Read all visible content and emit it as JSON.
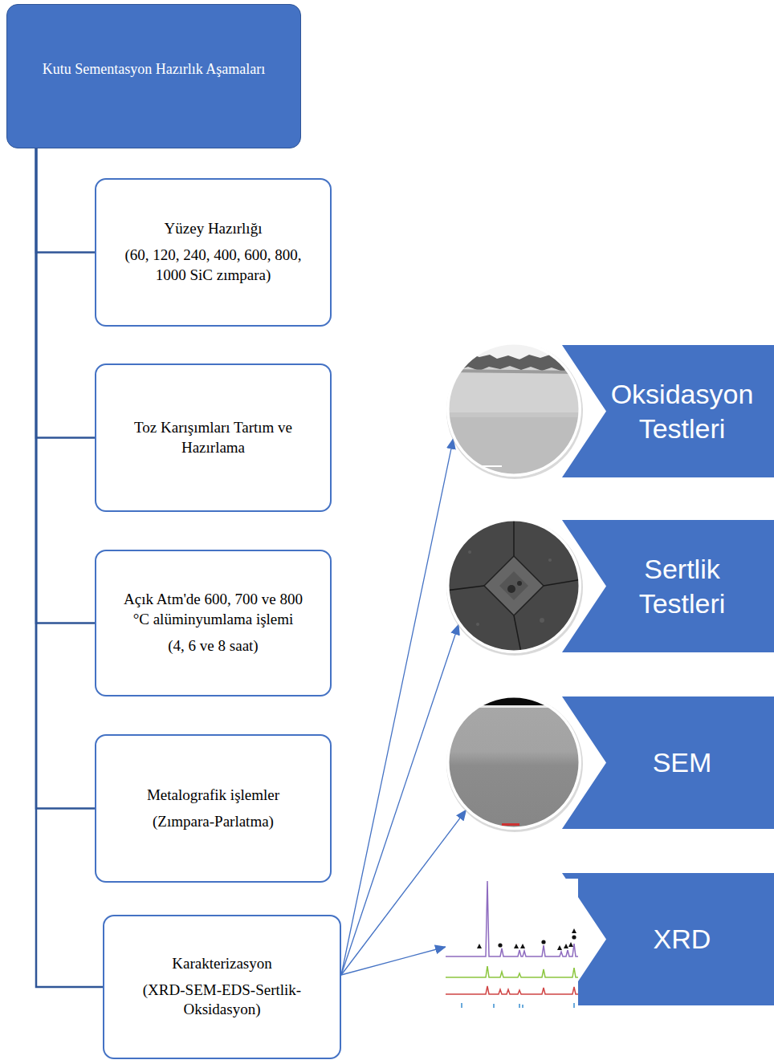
{
  "diagram": {
    "nodes": [
      {
        "text": [
          "Kutu Sementasyon Hazırlık Aşamaları"
        ]
      },
      {
        "text": [
          "Yüzey Hazırlığı",
          "(60, 120, 240, 400, 600, 800, 1000 SiC zımpara)"
        ]
      },
      {
        "text": [
          "Toz Karışımları Tartım ve Hazırlama"
        ]
      },
      {
        "text": [
          "Açık Atm'de 600, 700 ve 800 °C alüminyumlama işlemi",
          "(4, 6 ve 8 saat)"
        ]
      },
      {
        "text": [
          "Metalografik işlemler",
          "(Zımpara-Parlatma)"
        ]
      },
      {
        "text": [
          "Karakterizasyon",
          "(XRD-SEM-EDS-Sertlik-Oksidasyon)"
        ]
      },
      {
        "text": [
          "Oksidasyon Testleri"
        ]
      },
      {
        "text": [
          "Sertlik Testleri"
        ]
      },
      {
        "text": [
          "SEM"
        ]
      },
      {
        "text": [
          "XRD"
        ]
      }
    ],
    "edges": [
      {
        "from": 0,
        "to": 1,
        "arrow": "none"
      },
      {
        "from": 0,
        "to": 2,
        "arrow": "none"
      },
      {
        "from": 0,
        "to": 3,
        "arrow": "none"
      },
      {
        "from": 0,
        "to": 4,
        "arrow": "none"
      },
      {
        "from": 0,
        "to": 5,
        "arrow": "none"
      },
      {
        "from": 5,
        "to": 6,
        "arrow": "to"
      },
      {
        "from": 5,
        "to": 7,
        "arrow": "to"
      },
      {
        "from": 5,
        "to": 8,
        "arrow": "to"
      },
      {
        "from": 5,
        "to": 9,
        "arrow": "to"
      }
    ]
  }
}
